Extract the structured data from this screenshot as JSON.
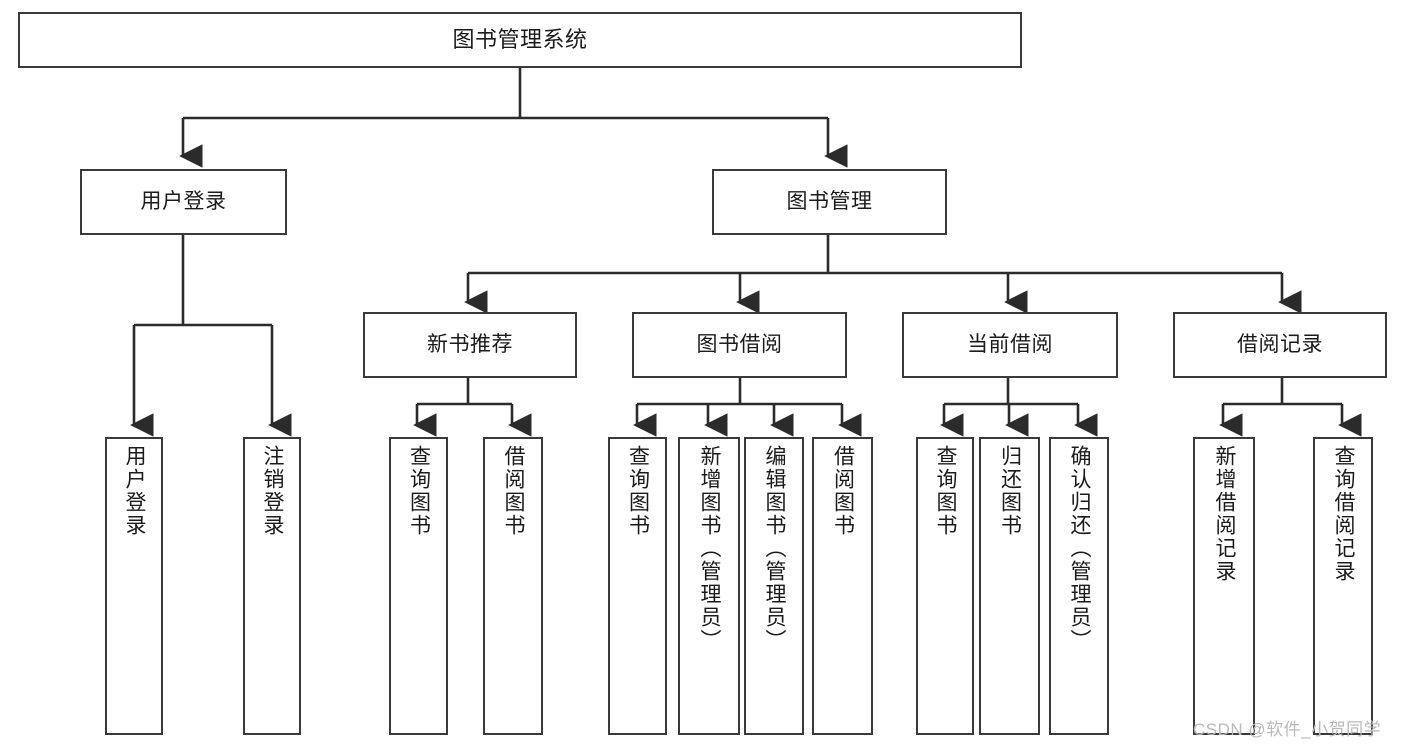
{
  "diagram": {
    "title": "图书管理系统",
    "type": "functional-structure-tree",
    "watermark": "CSDN @软件_小贺同学",
    "colors": {
      "box_border": "#3a3a3a",
      "box_fill": "#ffffff",
      "edge": "#2b2b2b",
      "text": "#1b1b1b",
      "watermark": "#b9b9b9"
    },
    "levels": {
      "level1": [
        "图书管理系统"
      ],
      "level2": [
        "用户登录",
        "图书管理"
      ],
      "level3": [
        "新书推荐",
        "图书借阅",
        "当前借阅",
        "借阅记录"
      ],
      "level4": [
        "用户登录",
        "注销登录",
        "查询图书",
        "借阅图书",
        "查询图书",
        "新增图书（管理员）",
        "编辑图书（管理员）",
        "借阅图书",
        "查询图书",
        "归还图书",
        "确认归还（管理员）",
        "新增借阅记录",
        "查询借阅记录"
      ]
    },
    "nodes": {
      "root": {
        "label": "图书管理系统"
      },
      "user_login": {
        "label": "用户登录"
      },
      "book_manage": {
        "label": "图书管理"
      },
      "new_book_rec": {
        "label": "新书推荐"
      },
      "book_borrow": {
        "label": "图书借阅"
      },
      "current_borrow": {
        "label": "当前借阅"
      },
      "borrow_record": {
        "label": "借阅记录"
      },
      "leaf_user_login": {
        "label": "用户登录"
      },
      "leaf_logout": {
        "label": "注销登录"
      },
      "leaf_query_book_1": {
        "label": "查询图书"
      },
      "leaf_borrow_book_1": {
        "label": "借阅图书"
      },
      "leaf_query_book_2": {
        "label": "查询图书"
      },
      "leaf_add_book": {
        "label": "新增图书（管理员）"
      },
      "leaf_edit_book": {
        "label": "编辑图书（管理员）"
      },
      "leaf_borrow_book_2": {
        "label": "借阅图书"
      },
      "leaf_query_book_3": {
        "label": "查询图书"
      },
      "leaf_return_book": {
        "label": "归还图书"
      },
      "leaf_confirm_return": {
        "label": "确认归还（管理员）"
      },
      "leaf_add_record": {
        "label": "新增借阅记录"
      },
      "leaf_query_record": {
        "label": "查询借阅记录"
      }
    }
  }
}
